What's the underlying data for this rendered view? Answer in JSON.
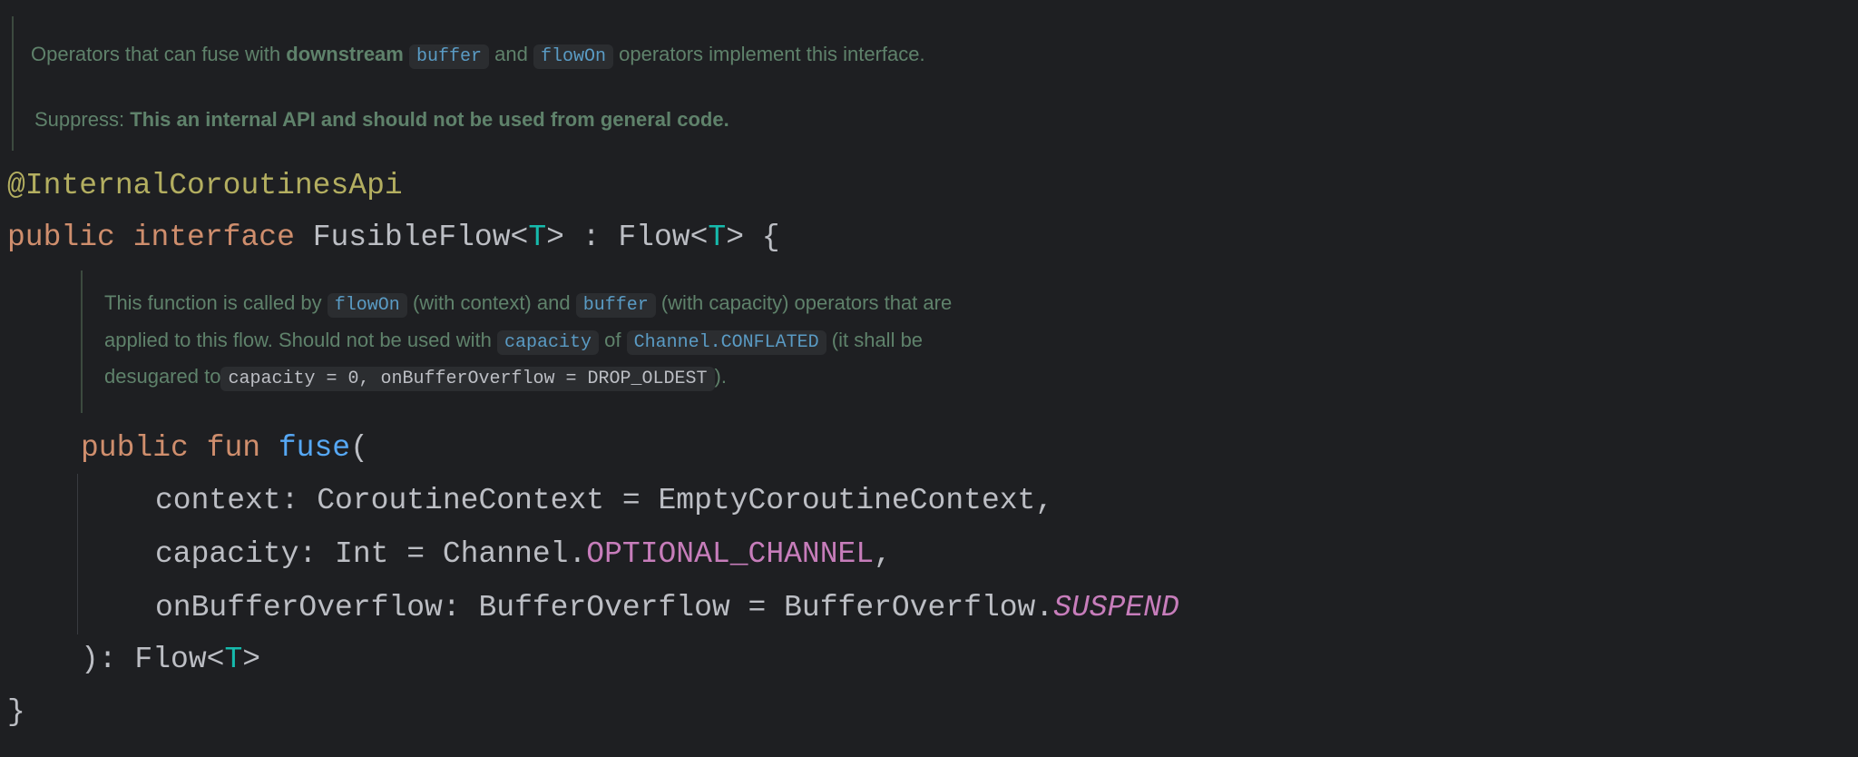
{
  "class_doc": {
    "line1": {
      "pre": "Operators that can fuse with ",
      "bold": "downstream",
      "chip1": "buffer",
      "mid": "and",
      "chip2": "flowOn",
      "post": "operators implement this interface."
    },
    "suppress_label": "Suppress:",
    "suppress_text": "This an internal API and should not be used from general code."
  },
  "code": {
    "annotation": "@InternalCoroutinesApi",
    "decl": {
      "kw1": "public",
      "kw2": "interface",
      "name": "FusibleFlow<",
      "tp": "T",
      "mid": "> : Flow<",
      "tp2": "T",
      "end": "> {"
    },
    "fun": {
      "kw1": "public",
      "kw2": "fun",
      "name": "fuse",
      "paren": "("
    },
    "params": [
      {
        "text": "context: CoroutineContext = EmptyCoroutineContext,"
      },
      {
        "pre": "capacity: Int = Channel.",
        "const": "OPTIONAL_CHANNEL",
        "post": ","
      },
      {
        "pre": "onBufferOverflow: BufferOverflow = BufferOverflow.",
        "const": "SUSPEND"
      }
    ],
    "ret": {
      "pre": "): Flow<",
      "tp": "T",
      "post": ">"
    },
    "close": "}"
  },
  "fun_doc": {
    "line1": {
      "pre": "This function is called by",
      "chip1": "flowOn",
      "mid": "(with context) and",
      "chip2": "buffer",
      "post": "(with capacity) operators that are"
    },
    "line2": {
      "pre": "applied to this flow. Should not be used with",
      "chip1": "capacity",
      "mid": "of",
      "chip2": "Channel.CONFLATED",
      "post": "(it shall be"
    },
    "line3": {
      "pre": "desugared to",
      "chip": "capacity = 0, onBufferOverflow = DROP_OLDEST",
      "post": ")."
    }
  }
}
